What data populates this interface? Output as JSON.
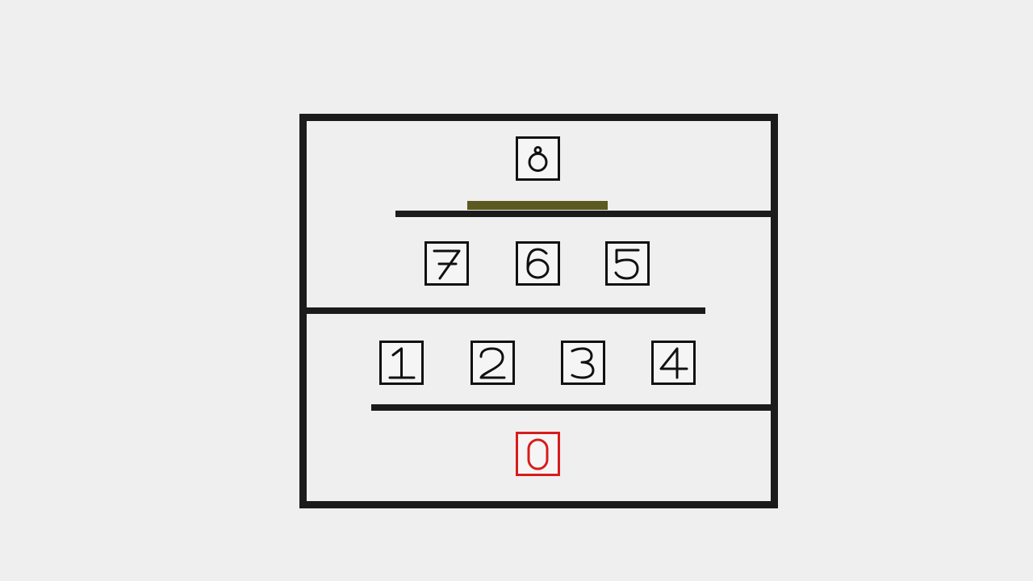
{
  "building": {
    "floors": [
      {
        "label": "0",
        "current": true
      },
      {
        "label": "1",
        "current": false
      },
      {
        "label": "2",
        "current": false
      },
      {
        "label": "3",
        "current": false
      },
      {
        "label": "4",
        "current": false
      },
      {
        "label": "5",
        "current": false
      },
      {
        "label": "6",
        "current": false
      },
      {
        "label": "7",
        "current": false
      },
      {
        "label": "8",
        "current": false
      }
    ]
  },
  "colors": {
    "background": "#efefef",
    "wall": "#1b1b1b",
    "tile_border": "#111111",
    "current_floor": "#d81c1c",
    "elevator_platform": "#5c5a20"
  }
}
